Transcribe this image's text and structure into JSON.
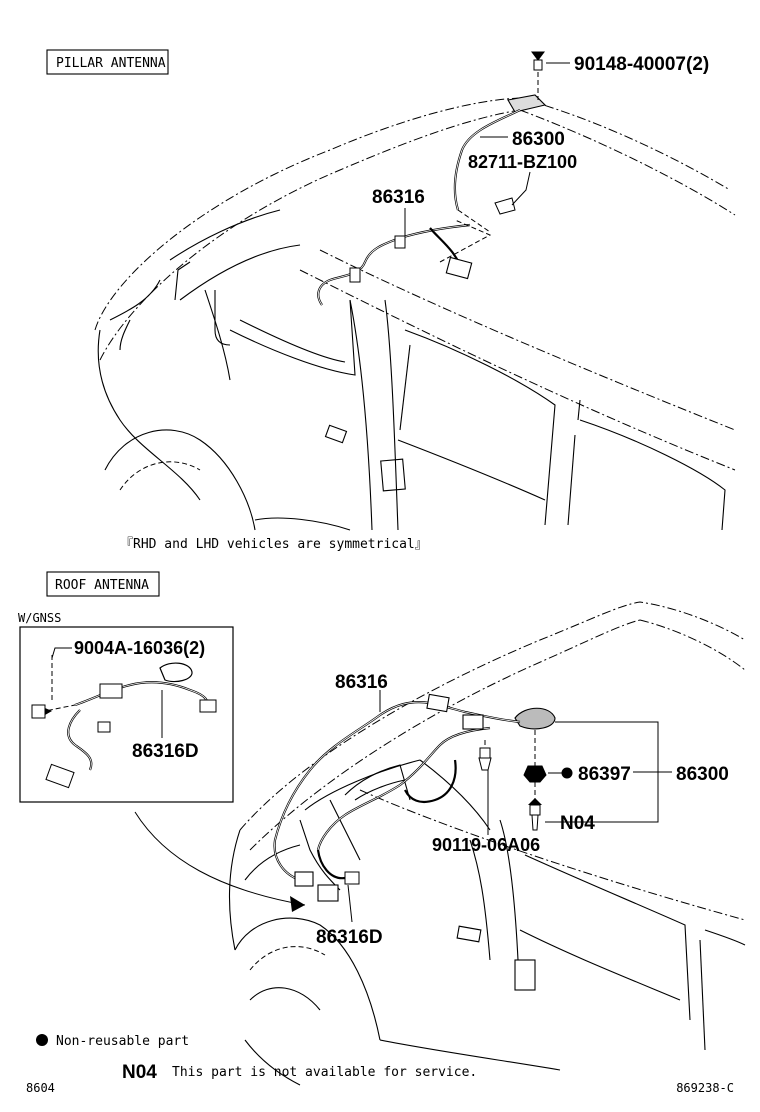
{
  "sections": {
    "pillar": {
      "title": "PILLAR ANTENNA",
      "parts": {
        "p1": "90148-40007(2)",
        "p2": "86300",
        "p3": "82711-BZ100",
        "p4": "86316"
      },
      "note": "『RHD and LHD vehicles are symmetrical』"
    },
    "roof": {
      "title": "ROOF ANTENNA",
      "inset_label": "W/GNSS",
      "inset_parts": {
        "p1": "9004A-16036(2)",
        "p2": "86316D"
      },
      "parts": {
        "p1": "86316",
        "p2": "86397",
        "p3": "86300",
        "p4": "N04",
        "p5": "90119-06A06",
        "p6": "86316D"
      }
    }
  },
  "legend": {
    "nonreusable": "Non-reusable part",
    "n04_code": "N04",
    "n04_text": "This part is not available for service."
  },
  "footer": {
    "left": "8604",
    "right": "869238-C"
  }
}
